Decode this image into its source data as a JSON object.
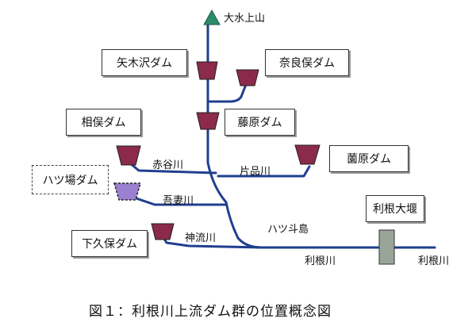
{
  "title_label": "大水上山",
  "dams": {
    "yagisawa": "矢木沢ダム",
    "naramata": "奈良俣ダム",
    "aimata": "相俣ダム",
    "fujiwara": "藤原ダム",
    "sonohara": "薗原ダム",
    "yattsuba": "ハツ場ダム",
    "shimokubo": "下久保ダム",
    "tone_weir": "利根大堰"
  },
  "rivers": {
    "akaya": "赤谷川",
    "katashina": "片品川",
    "agatsuma": "吾妻川",
    "kanna": "神流川",
    "tone1": "利根川",
    "tone2": "利根川"
  },
  "place": "ハツ斗島",
  "caption": "図１：利根川上流ダム群の位置概念図",
  "colors": {
    "river": "#1f3f8f",
    "dam": "#8b2a4a",
    "planned_dam": "#9b7fd0",
    "source": "#2d8a6a",
    "weir": "#9aa59a"
  }
}
